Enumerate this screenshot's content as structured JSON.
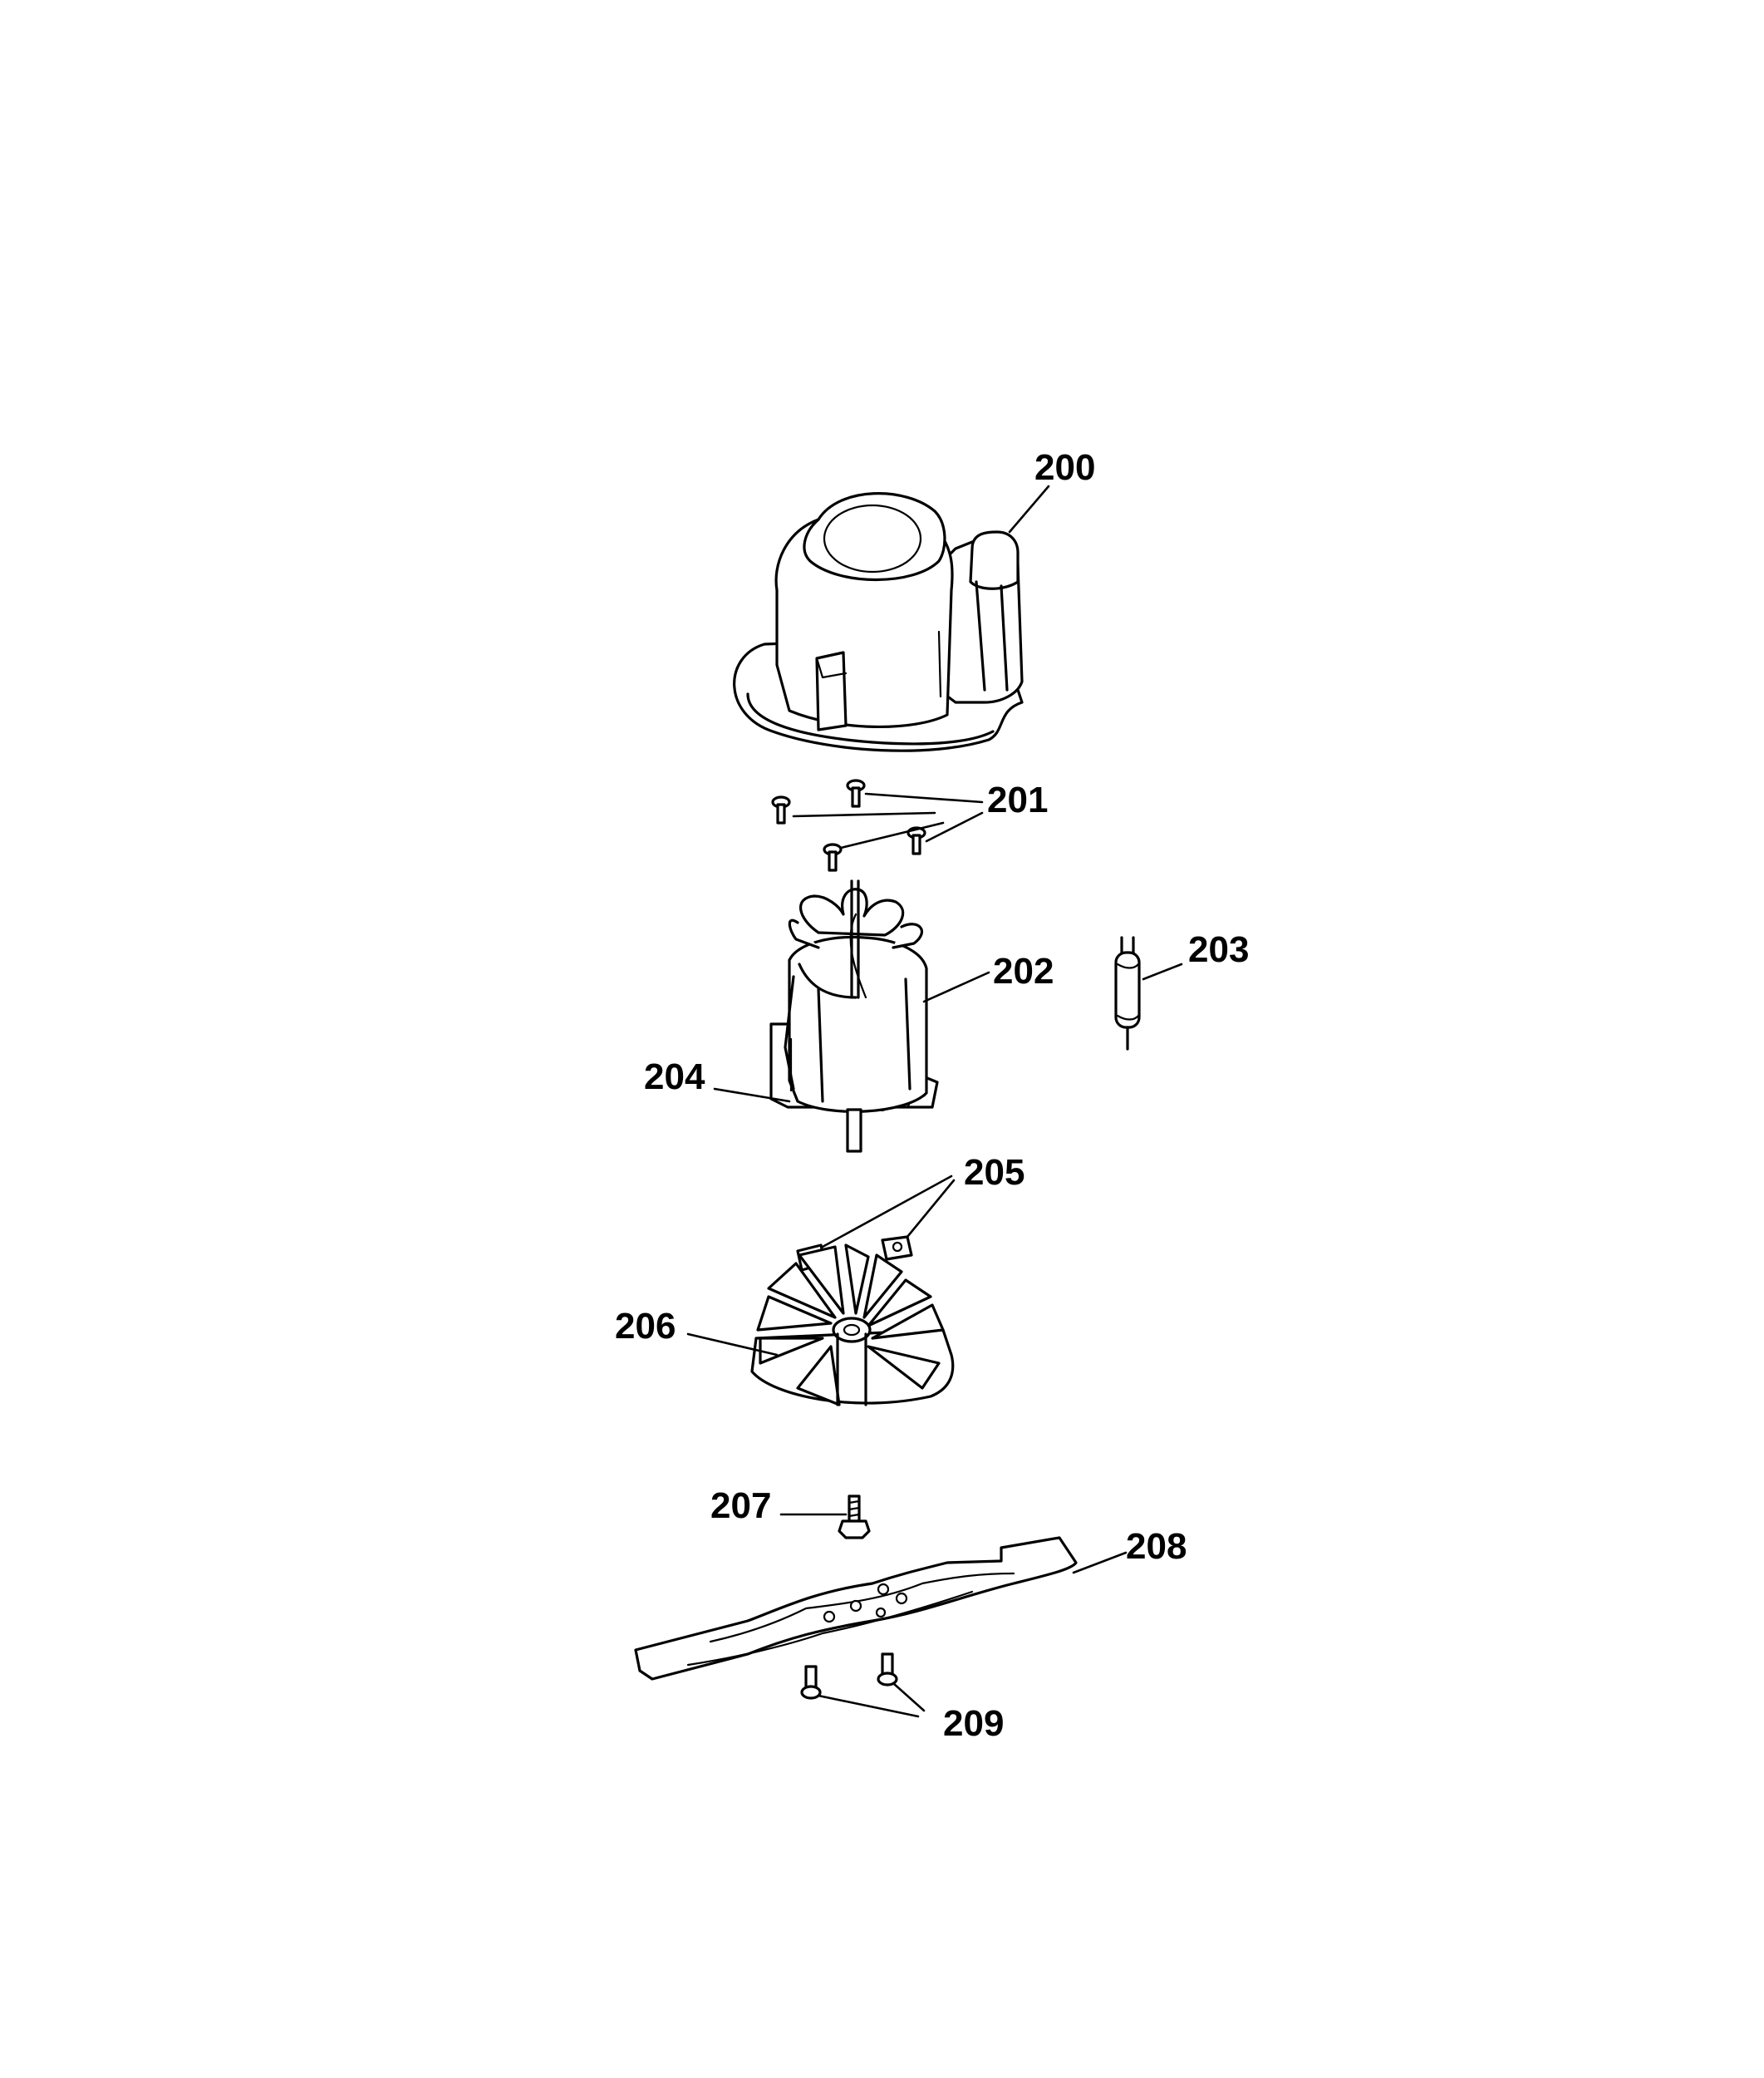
{
  "parts": [
    {
      "id": "motor-housing",
      "label": "200"
    },
    {
      "id": "housing-screws",
      "label": "201"
    },
    {
      "id": "motor-assembly",
      "label": "202"
    },
    {
      "id": "capacitor",
      "label": "203"
    },
    {
      "id": "motor-bracket",
      "label": "204"
    },
    {
      "id": "square-nuts",
      "label": "205"
    },
    {
      "id": "cooling-fan",
      "label": "206"
    },
    {
      "id": "blade-bolt",
      "label": "207"
    },
    {
      "id": "cutting-blade",
      "label": "208"
    },
    {
      "id": "blade-screws",
      "label": "209"
    }
  ]
}
